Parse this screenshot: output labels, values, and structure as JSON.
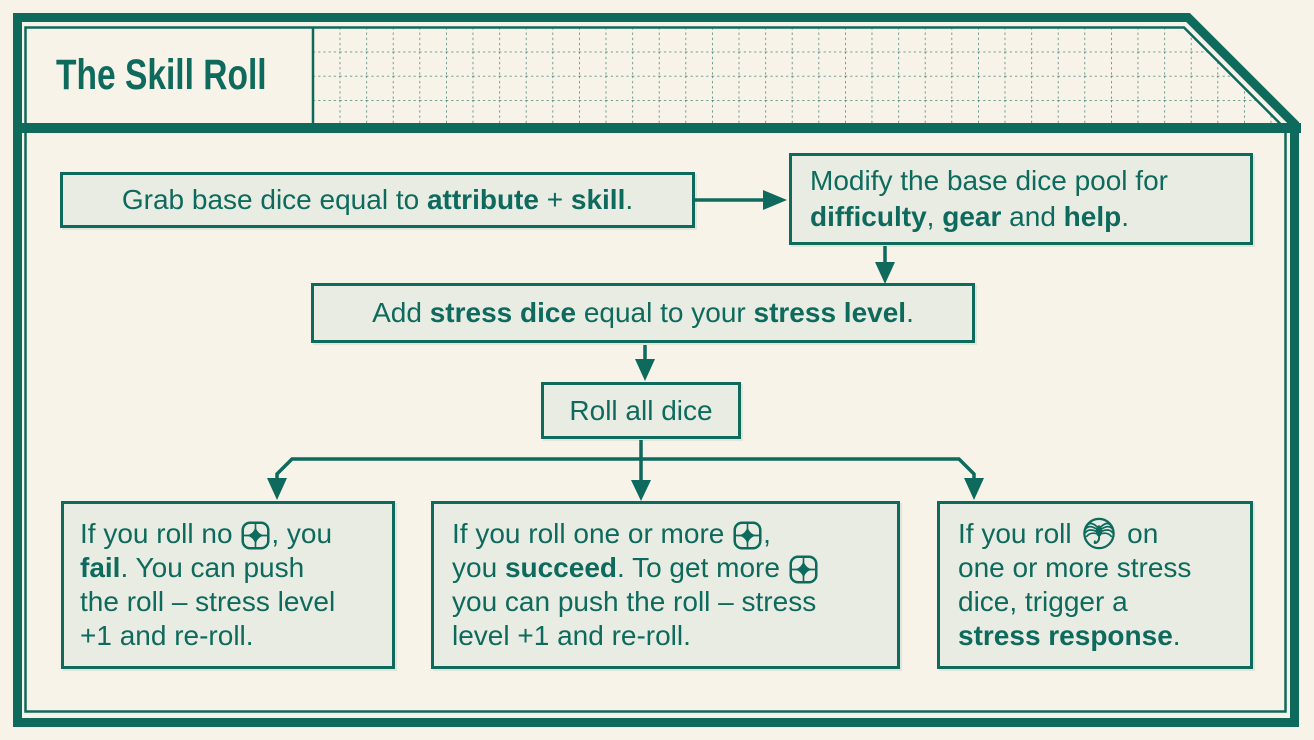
{
  "palette": {
    "teal": "#0d6a5c",
    "cream": "#f8f3e8",
    "box_fill": "#e9ece3",
    "grid_line": "#3f8172"
  },
  "header": {
    "title": "The Skill Roll"
  },
  "steps": {
    "grab": {
      "segments": [
        {
          "text": "Grab base dice equal to "
        },
        {
          "text": "attribute",
          "bold": true
        },
        {
          "text": " + "
        },
        {
          "text": "skill",
          "bold": true
        },
        {
          "text": "."
        }
      ]
    },
    "modify": {
      "lines": [
        [
          {
            "text": "Modify the base dice pool for"
          }
        ],
        [
          {
            "text": "difficulty",
            "bold": true
          },
          {
            "text": ", "
          },
          {
            "text": "gear",
            "bold": true
          },
          {
            "text": " and "
          },
          {
            "text": "help",
            "bold": true
          },
          {
            "text": "."
          }
        ]
      ]
    },
    "stress": {
      "segments": [
        {
          "text": "Add "
        },
        {
          "text": "stress dice",
          "bold": true
        },
        {
          "text": " equal to your "
        },
        {
          "text": "stress level",
          "bold": true
        },
        {
          "text": "."
        }
      ]
    },
    "roll": {
      "label": "Roll all dice"
    }
  },
  "outcomes": {
    "fail": {
      "lines": [
        [
          {
            "text": "If you roll no "
          },
          {
            "icon": "success"
          },
          {
            "text": ", you"
          }
        ],
        [
          {
            "text": "fail",
            "bold": true
          },
          {
            "text": ". You can push"
          }
        ],
        [
          {
            "text": "the roll – stress level"
          }
        ],
        [
          {
            "text": "+1 and re-roll."
          }
        ]
      ]
    },
    "succeed": {
      "lines": [
        [
          {
            "text": "If you roll one or more "
          },
          {
            "icon": "success"
          },
          {
            "text": ","
          }
        ],
        [
          {
            "text": "you "
          },
          {
            "text": "succeed",
            "bold": true
          },
          {
            "text": ". To get more "
          },
          {
            "icon": "success"
          }
        ],
        [
          {
            "text": "you can push the roll – stress"
          }
        ],
        [
          {
            "text": "level +1 and re-roll."
          }
        ]
      ]
    },
    "stress_response": {
      "lines": [
        [
          {
            "text": "If you roll "
          },
          {
            "icon": "facehugger"
          },
          {
            "text": " on"
          }
        ],
        [
          {
            "text": "one or more stress"
          }
        ],
        [
          {
            "text": "dice, trigger a"
          }
        ],
        [
          {
            "text": "stress response",
            "bold": true
          },
          {
            "text": "."
          }
        ]
      ]
    }
  },
  "icons": {
    "success": "success-die-icon",
    "facehugger": "facehugger-icon"
  }
}
